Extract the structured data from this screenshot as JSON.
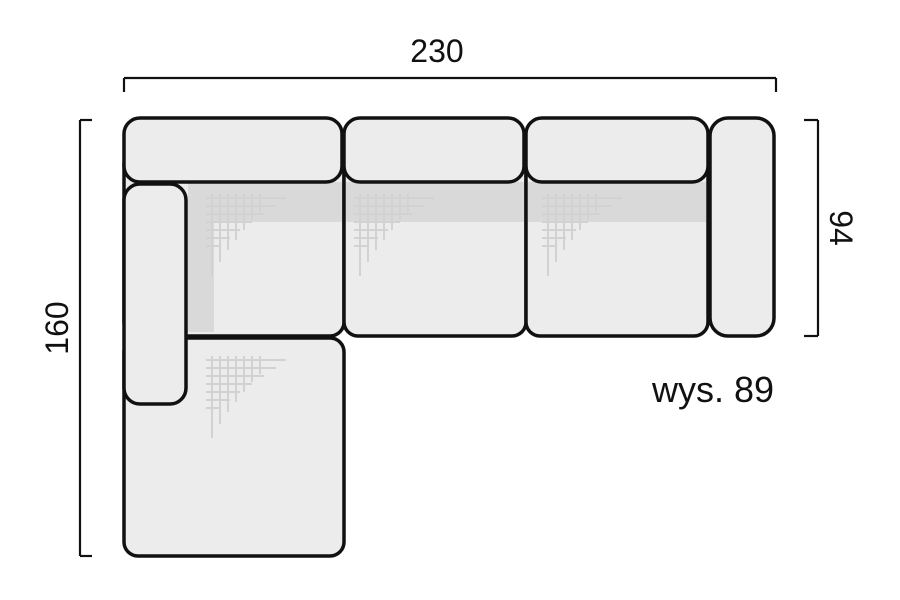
{
  "dimensions": {
    "width": "230",
    "depth_left": "160",
    "depth_right": "94",
    "height": "wys. 89"
  },
  "colors": {
    "outline": "#111111",
    "cushion_fill": "#ececec",
    "stitch": "#d2d2d2"
  }
}
